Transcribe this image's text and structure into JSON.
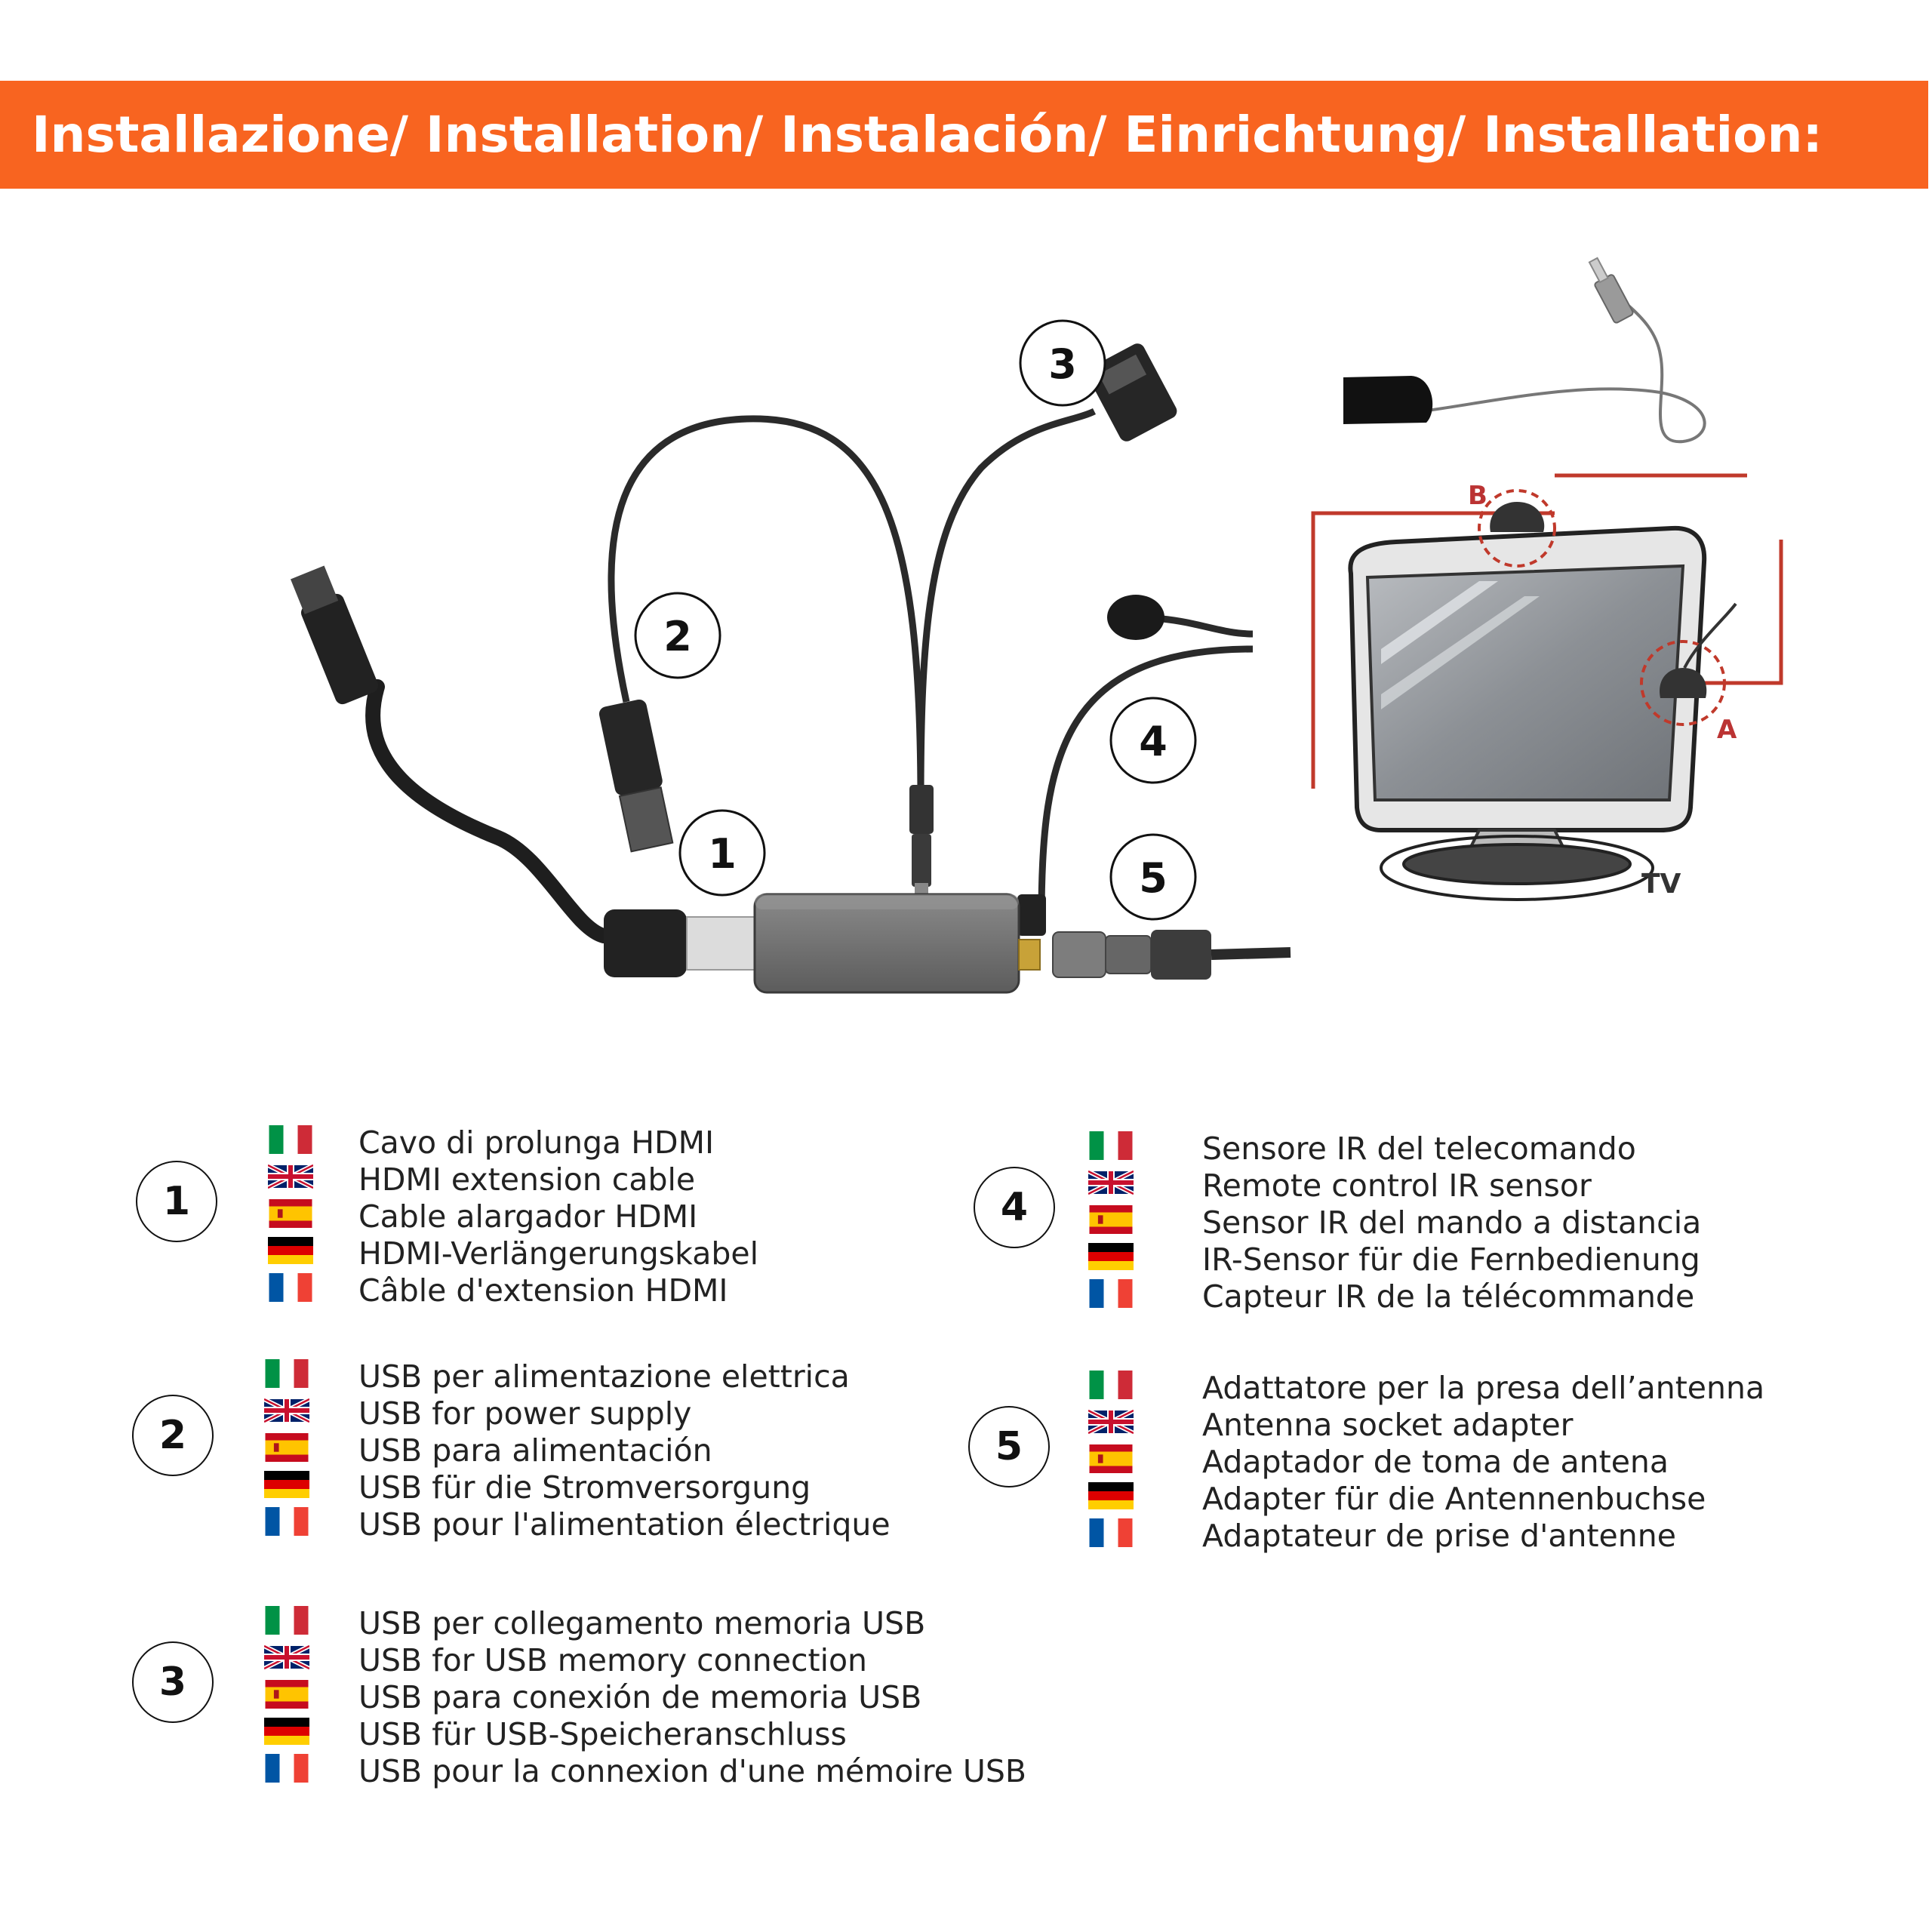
{
  "header": {
    "title": "Installazione/ Installation/ Instalación/ Einrichtung/ Installation:"
  },
  "colors": {
    "banner": "#f86420",
    "callout_border": "#111111",
    "annotation_red": "#c0392b"
  },
  "diagram": {
    "callouts": [
      "1",
      "2",
      "3",
      "4",
      "5"
    ],
    "tv_markers": {
      "a": "A",
      "b": "B"
    },
    "tv_label": "TV"
  },
  "legend": [
    {
      "number": "1",
      "flags": [
        "it-flag",
        "uk-flag",
        "es-flag",
        "de-flag",
        "fr-flag"
      ],
      "lines": [
        "Cavo di prolunga HDMI",
        "HDMI extension cable",
        "Cable alargador HDMI",
        "HDMI-Verlängerungskabel",
        "Câble d'extension HDMI"
      ]
    },
    {
      "number": "2",
      "flags": [
        "it-flag",
        "uk-flag",
        "es-flag",
        "de-flag",
        "fr-flag"
      ],
      "lines": [
        "USB per alimentazione elettrica",
        "USB for power supply",
        "USB para alimentación",
        "USB für die Stromversorgung",
        "USB pour l'alimentation électrique"
      ]
    },
    {
      "number": "3",
      "flags": [
        "it-flag",
        "uk-flag",
        "es-flag",
        "de-flag",
        "fr-flag"
      ],
      "lines": [
        "USB per collegamento memoria USB",
        "USB for USB memory connection",
        "USB para conexión de memoria USB",
        "USB für USB-Speicheranschluss",
        "USB pour la connexion d'une mémoire USB"
      ]
    },
    {
      "number": "4",
      "flags": [
        "it-flag",
        "uk-flag",
        "es-flag",
        "de-flag",
        "fr-flag"
      ],
      "lines": [
        "Sensore IR del telecomando",
        "Remote control IR sensor",
        "Sensor IR del mando a distancia",
        "IR-Sensor für die Fernbedienung",
        "Capteur IR de la télécommande"
      ]
    },
    {
      "number": "5",
      "flags": [
        "it-flag",
        "uk-flag",
        "es-flag",
        "de-flag",
        "fr-flag"
      ],
      "lines": [
        "Adattatore per la presa dell’antenna",
        "Antenna socket adapter",
        "Adaptador de toma de antena",
        "Adapter für die Antennenbuchse",
        "Adaptateur de prise d'antenne"
      ]
    }
  ]
}
